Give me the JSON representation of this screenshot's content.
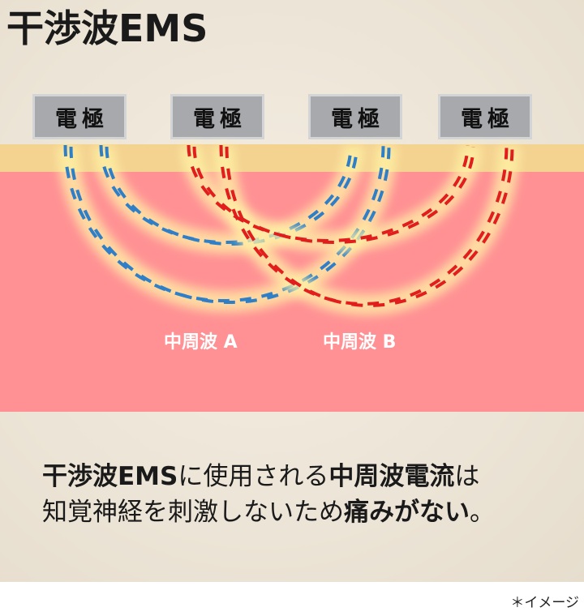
{
  "title": "干渉波EMS",
  "electrodes": [
    {
      "label": "電極"
    },
    {
      "label": "電極"
    },
    {
      "label": "電極"
    },
    {
      "label": "電極"
    }
  ],
  "waves": [
    {
      "label": "中周波 A",
      "color": "#2f7fc8"
    },
    {
      "label": "中周波 B",
      "color": "#e11d1d"
    }
  ],
  "colors": {
    "skin_surface": "#f4d290",
    "skin_body": "#ff9194",
    "electrode": "#a7a9ac",
    "glow": "#fff3a6"
  },
  "caption": {
    "line1": {
      "part1": "干渉波EMS",
      "part2": "に使用される",
      "part3": "中周波電流",
      "part4": "は"
    },
    "line2": {
      "part1": "知覚神経を刺激しないため",
      "part2": "痛みがない",
      "part3": "。"
    }
  },
  "note": "＊イメージ"
}
